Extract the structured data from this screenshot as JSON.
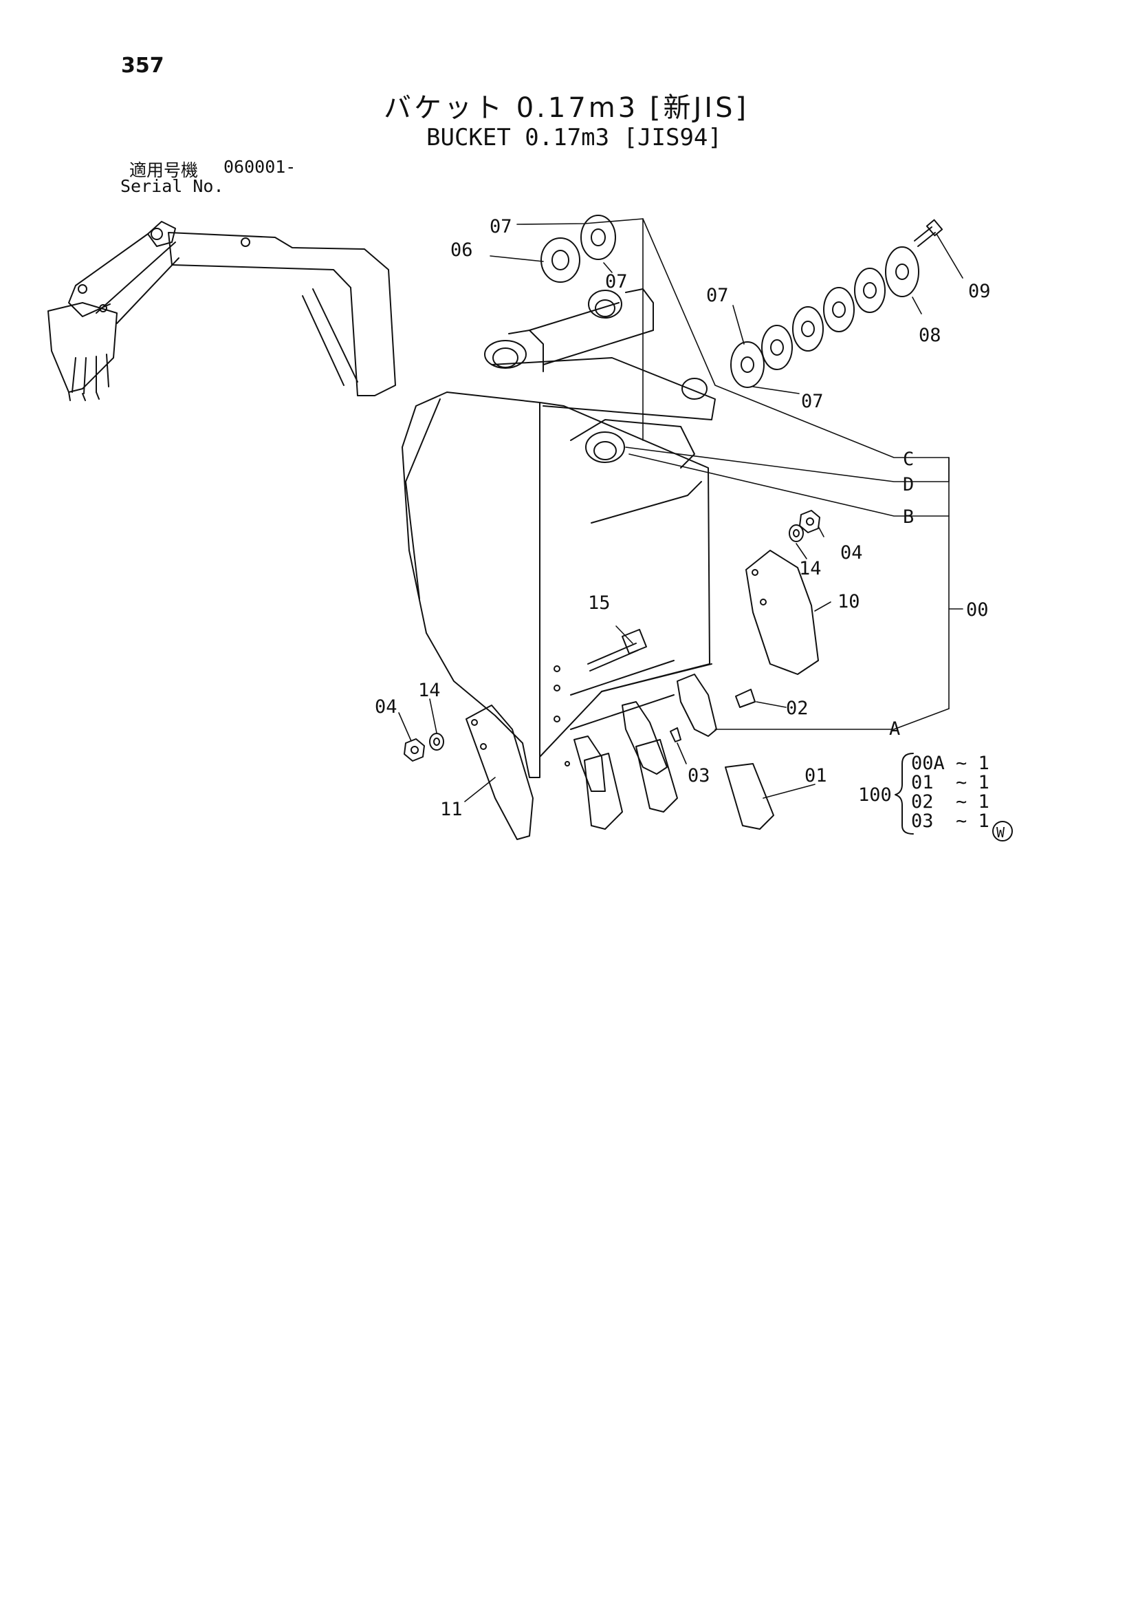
{
  "page_number": "357",
  "title_ja": "バケット 0.17m3 [新JIS]",
  "title_en": "BUCKET 0.17m3 [JIS94]",
  "serial": {
    "label_ja": "適用号機",
    "number": "060001-",
    "label_en": "Serial No."
  },
  "callouts": {
    "c07a": "07",
    "c06": "06",
    "c07b": "07",
    "c07c": "07",
    "c07d": "07",
    "c09": "09",
    "c08": "08",
    "c04a": "04",
    "c14a": "14",
    "c10": "10",
    "c15": "15",
    "c00": "00",
    "c02": "02",
    "c03": "03",
    "c01": "01",
    "c04b": "04",
    "c14b": "14",
    "c11": "11",
    "refC": "C",
    "refD": "D",
    "refB": "B",
    "refA": "A"
  },
  "kit": {
    "label": "100",
    "items": [
      "00A ~ 1",
      "01  ~ 1",
      "02  ~ 1",
      "03  ~ 1"
    ],
    "mark": "W"
  }
}
